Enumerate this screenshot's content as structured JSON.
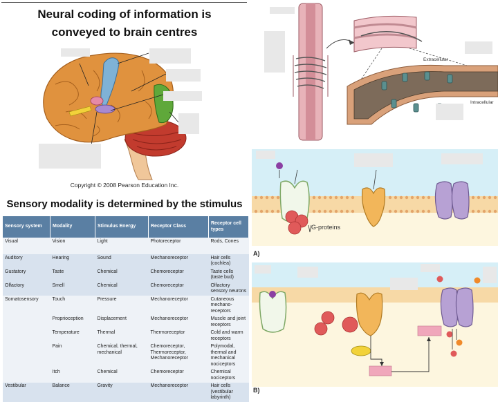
{
  "slide": {
    "title_line1": "Neural coding of information is",
    "title_line2": "conveyed to brain centres",
    "copyright": "Copyright © 2008 Pearson Education Inc.",
    "table_title": "Sensory modality is determined by the stimulus"
  },
  "table": {
    "headers": [
      "Sensory system",
      "Modality",
      "Stimulus Energy",
      "Receptor Class",
      "Receptor cell types"
    ],
    "rows": [
      [
        "Visual",
        "Vision",
        "Light",
        "Photoreceptor",
        "Rods, Cones"
      ],
      [
        "Auditory",
        "Hearing",
        "Sound",
        "Mechanoreceptor",
        "Hair cells (cochlea)"
      ],
      [
        "Gustatory",
        "Taste",
        "Chemical",
        "Chemoreceptor",
        "Taste cells (taste bud)"
      ],
      [
        "Olfactory",
        "Smell",
        "Chemical",
        "Chemoreceptor",
        "Olfactory sensory neurons"
      ],
      [
        "Somatosensory",
        "Touch",
        "Pressure",
        "Mechanoreceptor",
        "Cutaneous mechano-receptors"
      ],
      [
        "",
        "Proprioception",
        "Displacement",
        "Mechanoreceptor",
        "Muscle and joint receptors"
      ],
      [
        "",
        "Temperature",
        "Thermal",
        "Thermoreceptor",
        "Cold and warm receptors"
      ],
      [
        "",
        "Pain",
        "Chemical, thermal, mechanical",
        "Chemoreceptor, Thermoreceptor, Mechanoreceptor",
        "Polymodal, thermal and mechanical nociceptors"
      ],
      [
        "",
        "Itch",
        "Chemical",
        "Chemoreceptor",
        "Chemical nociceptors"
      ],
      [
        "Vestibular",
        "Balance",
        "Gravity",
        "Mechanoreceptor",
        "Hair cells (vestibular labyrinth)"
      ]
    ]
  },
  "diagram": {
    "extracellular_label": "Extracellular",
    "intracellular_label": "Intracellular",
    "g_proteins_label": "G-proteins",
    "panel_a_label": "A)",
    "panel_b_label": "B)"
  },
  "colors": {
    "table_header": "#5a7fa3",
    "brain": "#e0923e",
    "motor_cortex": "#7fb2d6",
    "occipital": "#5fa83a",
    "cerebellum": "#c23b2e",
    "membrane_bg": "#bfe6f2",
    "cytoplasm": "#fdf6df"
  }
}
